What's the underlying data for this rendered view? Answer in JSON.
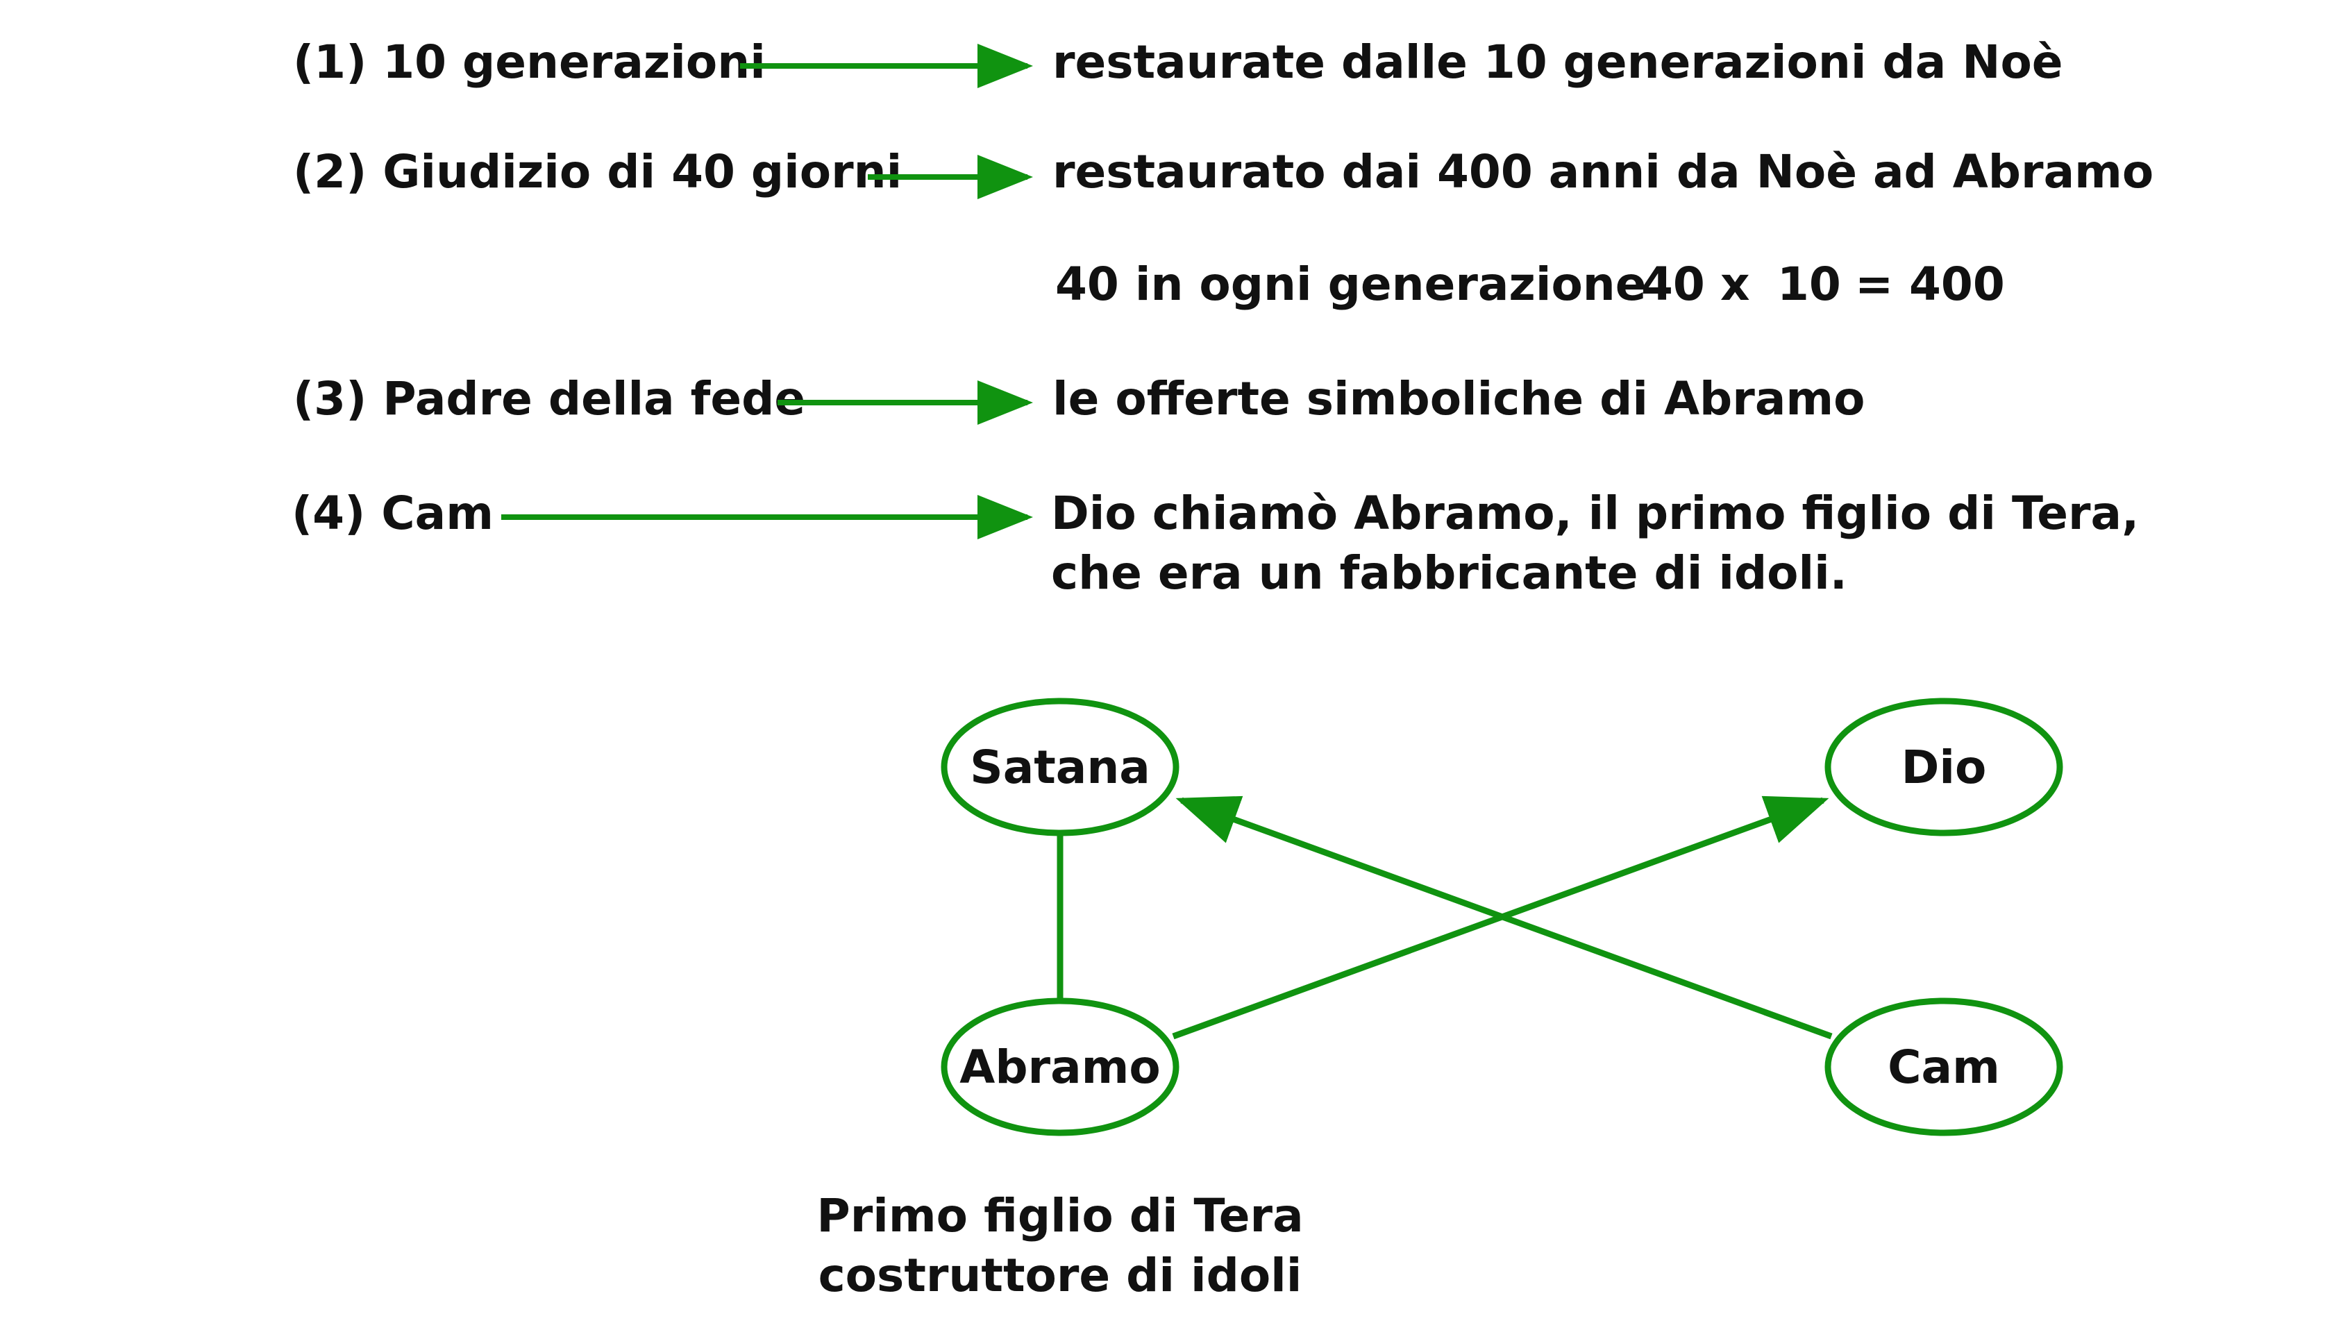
{
  "colors": {
    "arrow": "#109310",
    "text": "#111111",
    "background": "#ffffff"
  },
  "rows": [
    {
      "left": "(1) 10 generazioni",
      "right": [
        "restaurate dalle 10 generazioni da Noè"
      ]
    },
    {
      "left": "(2) Giudizio di 40 giorni",
      "right": [
        "restaurato dai 400 anni da Noè ad Abramo"
      ]
    },
    {
      "left": "(3) Padre della fede",
      "right": [
        "le offerte simboliche di Abramo"
      ]
    },
    {
      "left": "(4) Cam",
      "right": [
        "Dio chiamò Abramo, il primo figlio di Tera,",
        "che era un fabbricante di idoli."
      ]
    }
  ],
  "formula": {
    "text": "40 in ogni generazione",
    "a": "40",
    "op": "x",
    "b": "10",
    "eq": "=",
    "result": "400"
  },
  "nodes": {
    "satana": "Satana",
    "dio": "Dio",
    "abramo": "Abramo",
    "cam": "Cam"
  },
  "caption": [
    "Primo figlio di Tera",
    "costruttore di idoli"
  ]
}
